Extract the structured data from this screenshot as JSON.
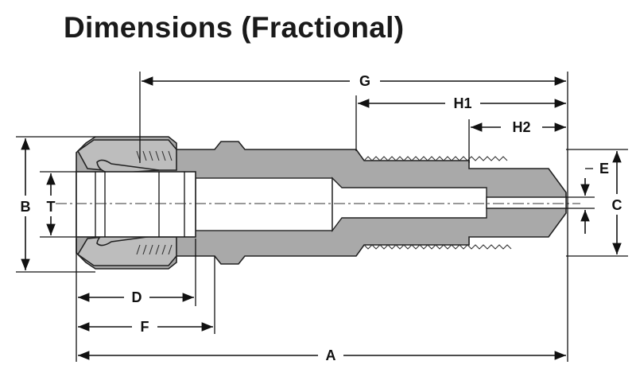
{
  "title": "Dimensions (Fractional)",
  "labels": {
    "A": "A",
    "B": "B",
    "C": "C",
    "D": "D",
    "E": "E",
    "F": "F",
    "G": "G",
    "H1": "H1",
    "H2": "H2",
    "T": "T"
  }
}
